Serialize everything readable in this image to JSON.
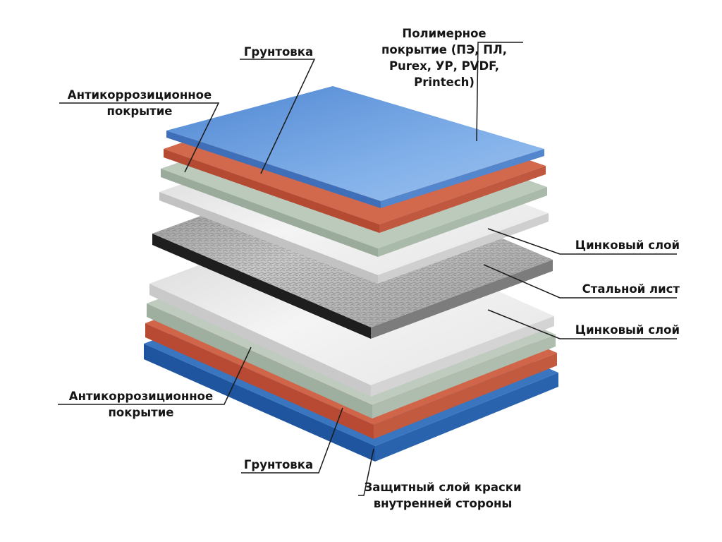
{
  "labels": {
    "polymer": [
      "Полимерное",
      "покрытие (ПЭ, ПЛ,",
      "Purex, УР, PVDF,",
      "Printech)"
    ],
    "primer_top": [
      "Грунтовка"
    ],
    "anticorr_top": [
      "Антикоррозиционное",
      "покрытие"
    ],
    "zinc_top": [
      "Цинковый слой"
    ],
    "steel": [
      "Стальной лист"
    ],
    "zinc_bottom": [
      "Цинковый слой"
    ],
    "anticorr_bottom": [
      "Антикоррозиционное",
      "покрытие"
    ],
    "primer_bottom": [
      "Грунтовка"
    ],
    "back_paint": [
      "Защитный слой краски",
      "внутренней стороны"
    ]
  },
  "colors": {
    "polymer_blue": "#6d9ddb",
    "primer_red": "#c95a40",
    "anticorr_green": "#b8c6b8",
    "zinc_gray": "#e0e0e0",
    "steel_gray": "#a9a9a9",
    "steel_edge": "#1e1e1e",
    "back_blue": "#2e68b2",
    "leader": "#1a1a1a"
  }
}
